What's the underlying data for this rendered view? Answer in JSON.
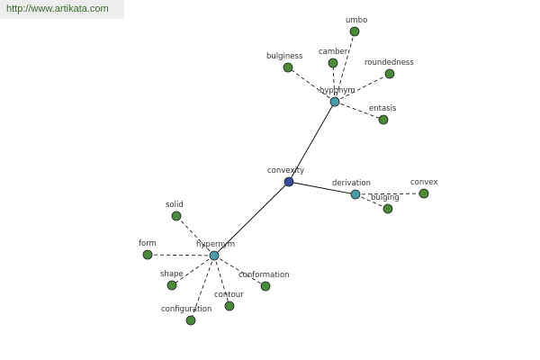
{
  "header": {
    "url": "http://www.artikata.com"
  },
  "colors": {
    "center_node": "#3a4a9a",
    "relation_node": "#4a9aa8",
    "leaf_node": "#4a8a3a",
    "node_stroke": "#222222",
    "edge": "#000000"
  },
  "graph": {
    "center": {
      "id": "convexity",
      "label": "convexity"
    },
    "relations": [
      {
        "id": "hyponym",
        "label": "hyponym",
        "words": [
          "umbo",
          "camber",
          "bulginess",
          "roundedness",
          "entasis"
        ]
      },
      {
        "id": "derivation",
        "label": "derivation",
        "words": [
          "convex",
          "bulging"
        ]
      },
      {
        "id": "hypernym",
        "label": "hypernym",
        "words": [
          "solid",
          "form",
          "shape",
          "configuration",
          "contour",
          "conformation"
        ]
      }
    ]
  }
}
